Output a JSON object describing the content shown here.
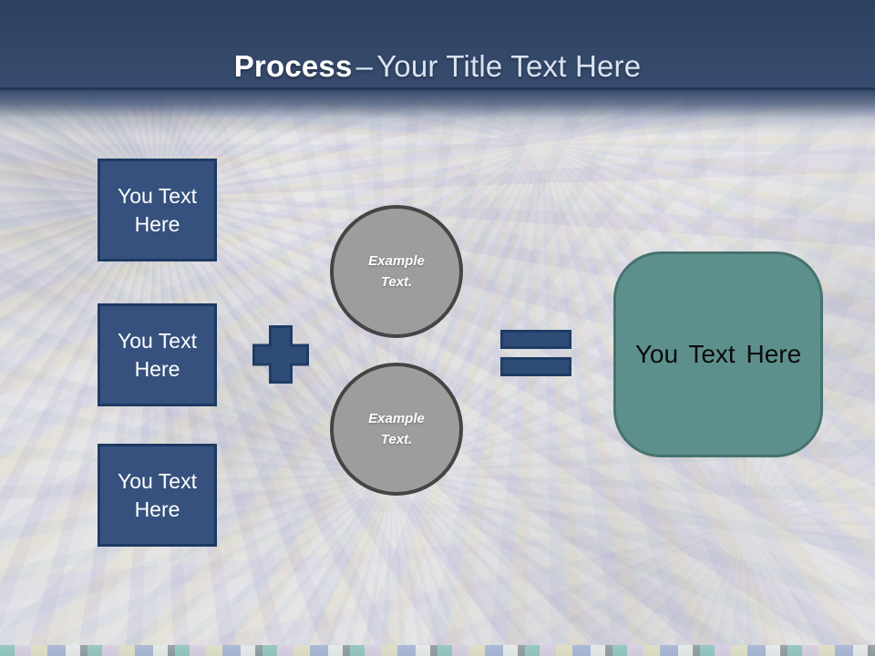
{
  "title": {
    "bold": "Process",
    "separator": "–",
    "regular": "Your Title Text Here"
  },
  "left_boxes": [
    {
      "label": "You Text Here"
    },
    {
      "label": "You Text Here"
    },
    {
      "label": "You Text Here"
    }
  ],
  "circles": [
    {
      "label": "Example Text."
    },
    {
      "label": "Example Text."
    }
  ],
  "result_box": {
    "label": "You Text Here"
  },
  "icons": {
    "plus": "plus-icon",
    "equals": "equals-icon"
  },
  "colors": {
    "header_blue_top": "#2c4060",
    "header_blue_bottom": "#384c6f",
    "title_bold_color": "#ffffff",
    "title_regular_color": "#d9e3f0",
    "box_blue": "#36517d",
    "box_border": "#1d3a63",
    "operator_blue": "#2f4c77",
    "operator_border": "#1f3c66",
    "circle_gray": "#9d9d9d",
    "circle_border": "#454545",
    "result_teal": "#5d908d",
    "result_border": "#46736f",
    "canvas_gray": "#e3e4e6"
  }
}
